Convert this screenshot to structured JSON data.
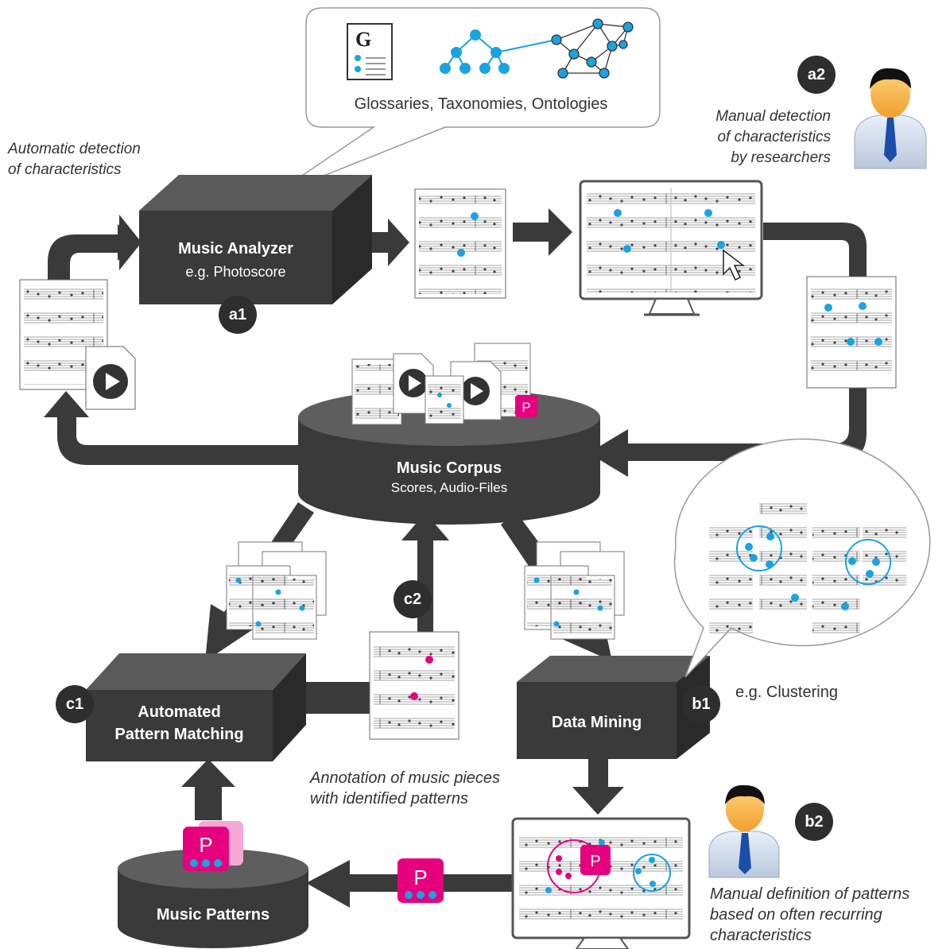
{
  "colors": {
    "dark": "#3a3a3a",
    "accent_blue": "#1aa3e0",
    "accent_pink": "#e6007e"
  },
  "bubble_top": {
    "label": "Glossaries, Taxonomies, Ontologies",
    "glossary_letter": "G"
  },
  "analyzer": {
    "title": "Music Analyzer",
    "subtitle": "e.g. Photoscore",
    "badge": "a1"
  },
  "auto_detect": {
    "line1": "Automatic detection",
    "line2": "of characteristics"
  },
  "manual_detect": {
    "line1": "Manual detection",
    "line2": "of characteristics",
    "line3": "by researchers",
    "badge": "a2"
  },
  "corpus": {
    "title": "Music Corpus",
    "subtitle": "Scores, Audio-Files",
    "pattern_letter": "P"
  },
  "pattern_matching": {
    "line1": "Automated",
    "line2": "Pattern Matching",
    "badge": "c1"
  },
  "annotation": {
    "badge": "c2",
    "line1": "Annotation of music pieces",
    "line2": "with identified patterns"
  },
  "data_mining": {
    "title": "Data Mining",
    "badge": "b1",
    "clustering": "e.g. Clustering"
  },
  "manual_def": {
    "badge": "b2",
    "line1": "Manual definition of patterns",
    "line2": "based on often recurring",
    "line3": "characteristics"
  },
  "patterns_db": {
    "title": "Music Patterns",
    "pattern_letter": "P"
  },
  "icons": [
    "document-icon",
    "tree-icon",
    "network-icon",
    "monitor-icon",
    "cursor-icon",
    "play-icon",
    "person-icon",
    "pattern-icon",
    "database-icon"
  ]
}
